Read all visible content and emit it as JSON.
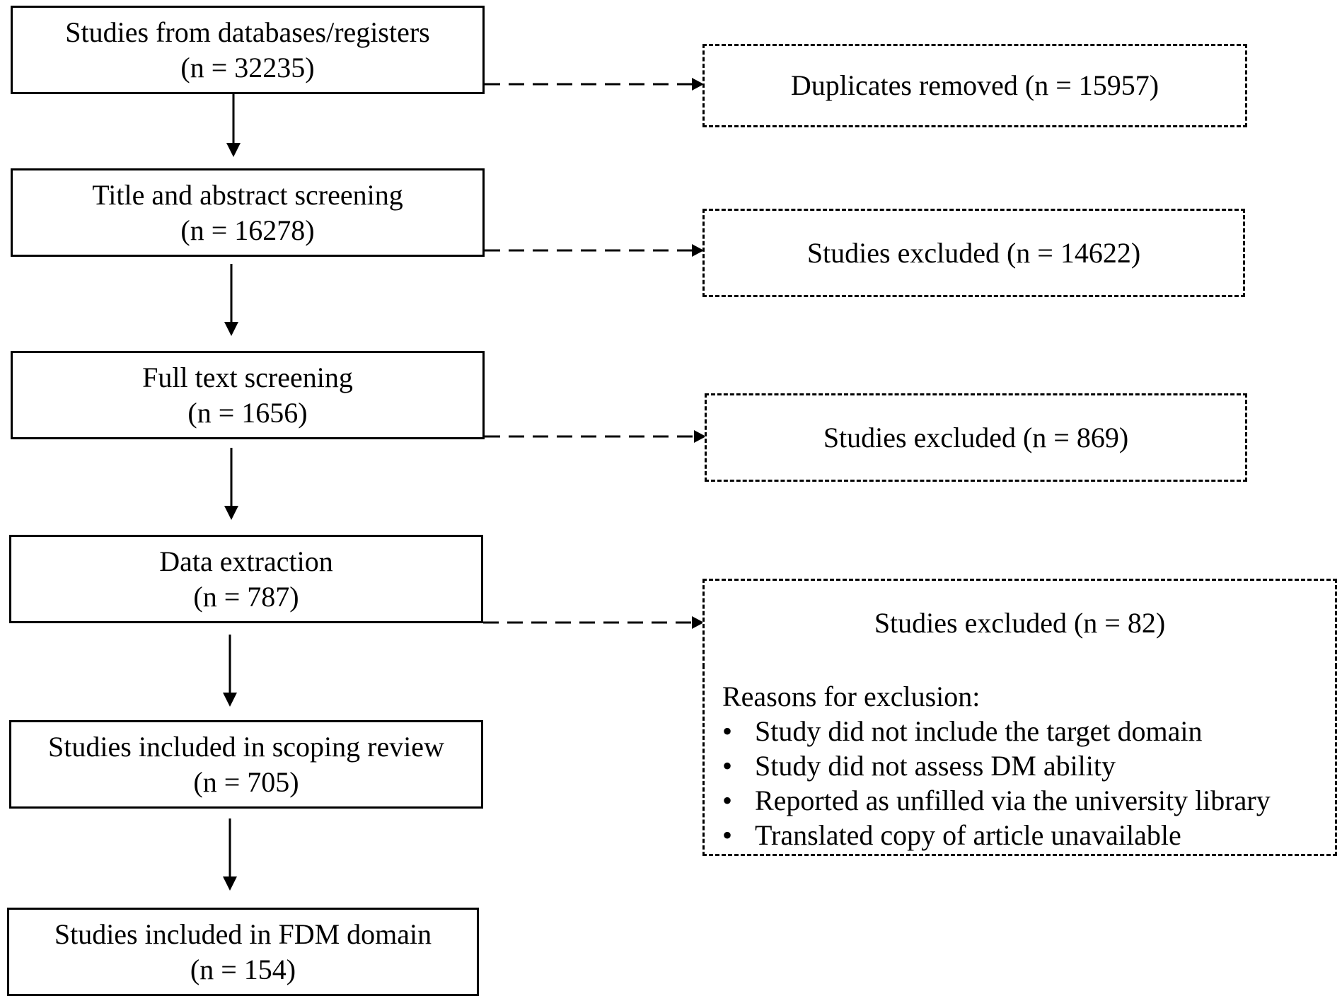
{
  "flow": {
    "steps": [
      {
        "label": "Studies from databases/registers",
        "count": "(n = 32235)"
      },
      {
        "label": "Title and abstract screening",
        "count": "(n = 16278)"
      },
      {
        "label": "Full text screening",
        "count": "(n = 1656)"
      },
      {
        "label": "Data extraction",
        "count": "(n = 787)"
      },
      {
        "label": "Studies included in scoping review",
        "count": "(n = 705)"
      },
      {
        "label": "Studies included in FDM domain",
        "count": "(n = 154)"
      }
    ],
    "exclusions": [
      {
        "label": "Duplicates removed (n = 15957)"
      },
      {
        "label": "Studies excluded (n = 14622)"
      },
      {
        "label": "Studies excluded (n = 869)"
      },
      {
        "label": "Studies excluded (n = 82)"
      }
    ],
    "reasons": {
      "title": "Reasons for exclusion:",
      "bullet": "•",
      "items": [
        "Study did not include the target domain",
        "Study did not assess DM ability",
        "Reported as unfilled via the university library",
        "Translated copy of article unavailable"
      ]
    }
  }
}
